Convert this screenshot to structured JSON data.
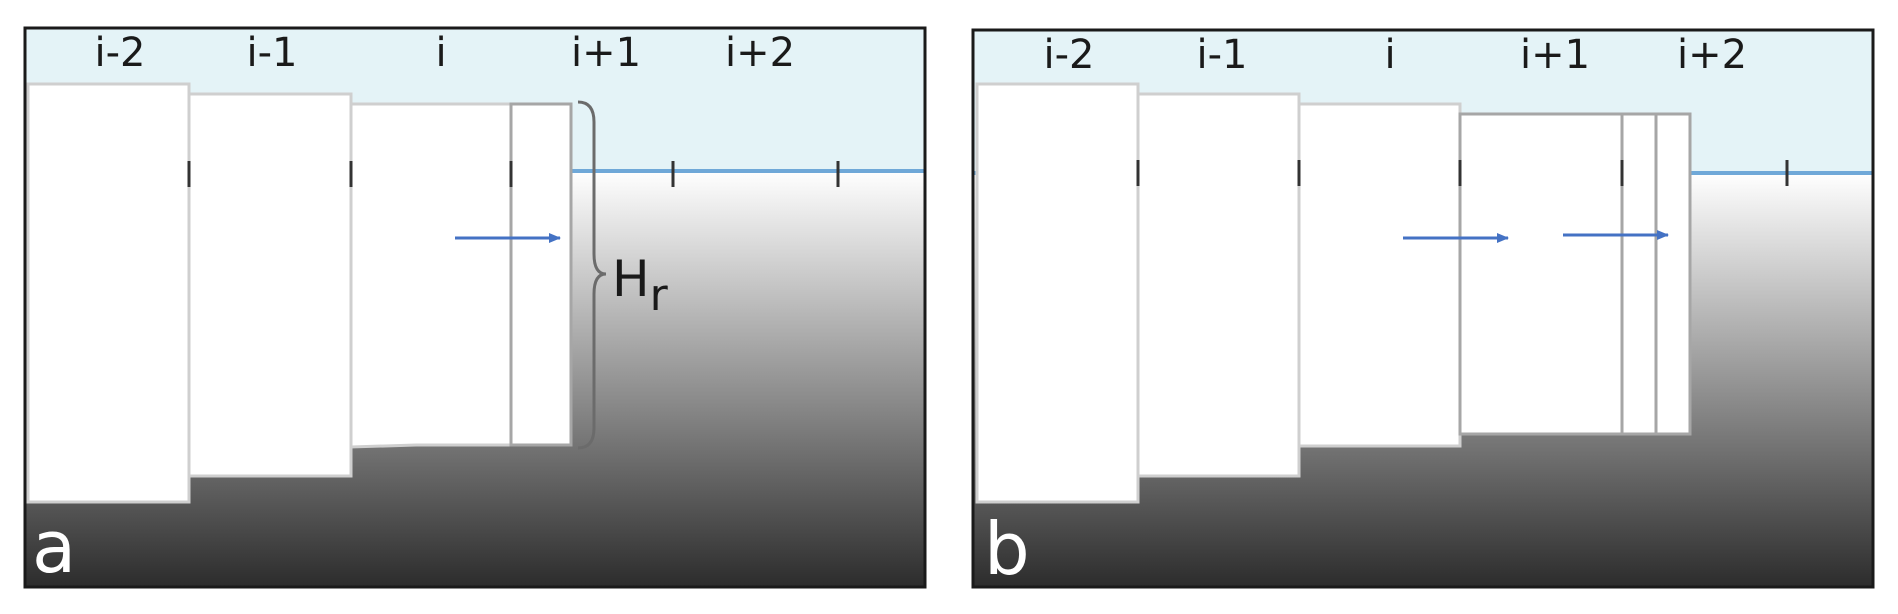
{
  "colors": {
    "sky": "#e4f3f7",
    "waterline": "#6fa8d8",
    "arrow": "#4472c4",
    "tick": "#333333",
    "block_stroke_light": "#cfcfcf",
    "block_stroke_dark": "#a6a6a6",
    "brace": "#6b6b6b",
    "frame": "#1a1a1a",
    "gradient_top": "#ffffff",
    "gradient_bottom": "#2c2c2c",
    "text_dark": "#1a1a1a",
    "text_light": "#ffffff"
  },
  "panels": [
    {
      "id": "a",
      "panel_letter": "a",
      "column_labels": [
        "i-2",
        "i-1",
        "i",
        "i+1",
        "i+2"
      ],
      "brace_label_main": "H",
      "brace_label_sub": "r"
    },
    {
      "id": "b",
      "panel_letter": "b",
      "column_labels": [
        "i-2",
        "i-1",
        "i",
        "i+1",
        "i+2"
      ]
    }
  ]
}
